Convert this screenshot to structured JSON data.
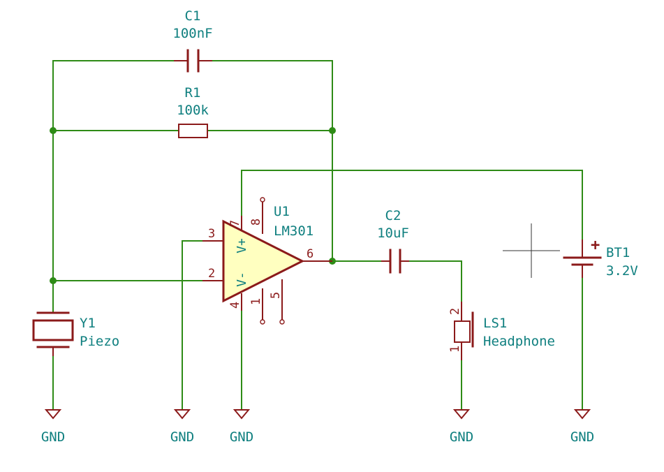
{
  "components": {
    "c1": {
      "ref": "C1",
      "value": "100nF"
    },
    "r1": {
      "ref": "R1",
      "value": "100k"
    },
    "u1": {
      "ref": "U1",
      "value": "LM301",
      "vplus": "V+",
      "vminus": "V-",
      "pins": {
        "p2": "2",
        "p3": "3",
        "p4": "4",
        "p1": "1",
        "p5": "5",
        "p6": "6",
        "p7": "7",
        "p8": "8"
      }
    },
    "c2": {
      "ref": "C2",
      "value": "10uF"
    },
    "ls1": {
      "ref": "LS1",
      "value": "Headphone",
      "pins": {
        "p1": "1",
        "p2": "2"
      }
    },
    "y1": {
      "ref": "Y1",
      "value": "Piezo"
    },
    "bt1": {
      "ref": "BT1",
      "value": "3.2V",
      "plus": "+"
    }
  },
  "gnd_label": "GND",
  "colors": {
    "wire": "#2e8b16",
    "part": "#8b1a1a",
    "text": "#0f7f7f",
    "opamp_fill": "#ffffc0"
  }
}
